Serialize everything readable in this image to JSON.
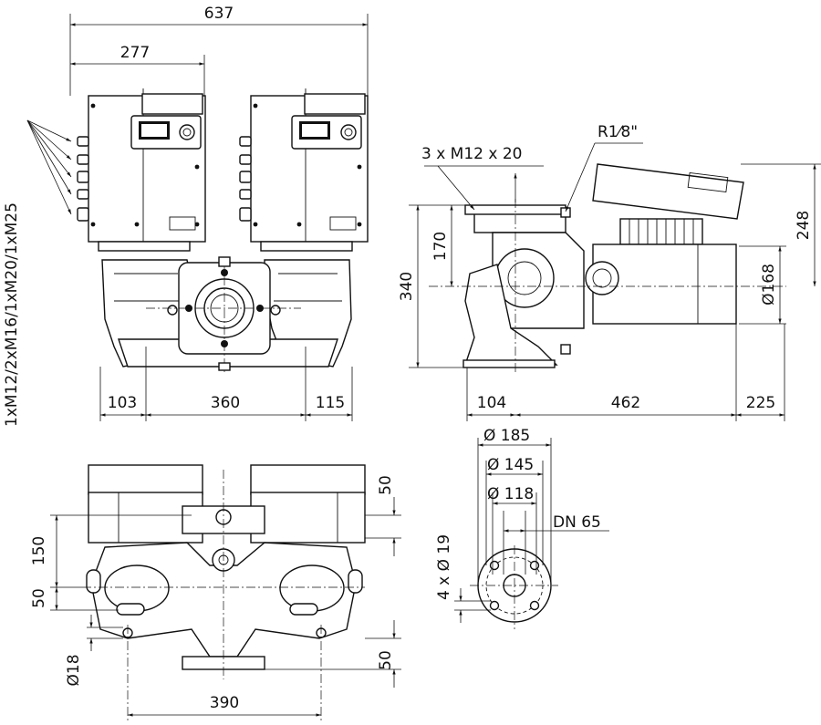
{
  "dimensions": {
    "overall_width": "637",
    "flange_to_motor": "277",
    "left_offset": "103",
    "center_spacing": "360",
    "right_offset": "115",
    "cable_glands": "1xM12/2xM16/1xM20/1xM25",
    "bolts": "3 x M12 x 20",
    "vent_thread": "R1⁄8\"",
    "total_height": "340",
    "axis_height": "170",
    "motor_height": "248",
    "motor_diameter": "Ø168",
    "foot_front": "104",
    "motor_length": "462",
    "motor_tail": "225",
    "flange_outer": "Ø 185",
    "bolt_circle": "Ø 145",
    "flange_raised": "Ø 118",
    "nominal_diameter": "DN 65",
    "flange_holes": "4 x Ø 19",
    "side_150": "150",
    "side_50_left": "50",
    "side_50_top": "50",
    "side_50_bottom": "50",
    "foot_hole": "Ø18",
    "foot_spacing": "390"
  }
}
